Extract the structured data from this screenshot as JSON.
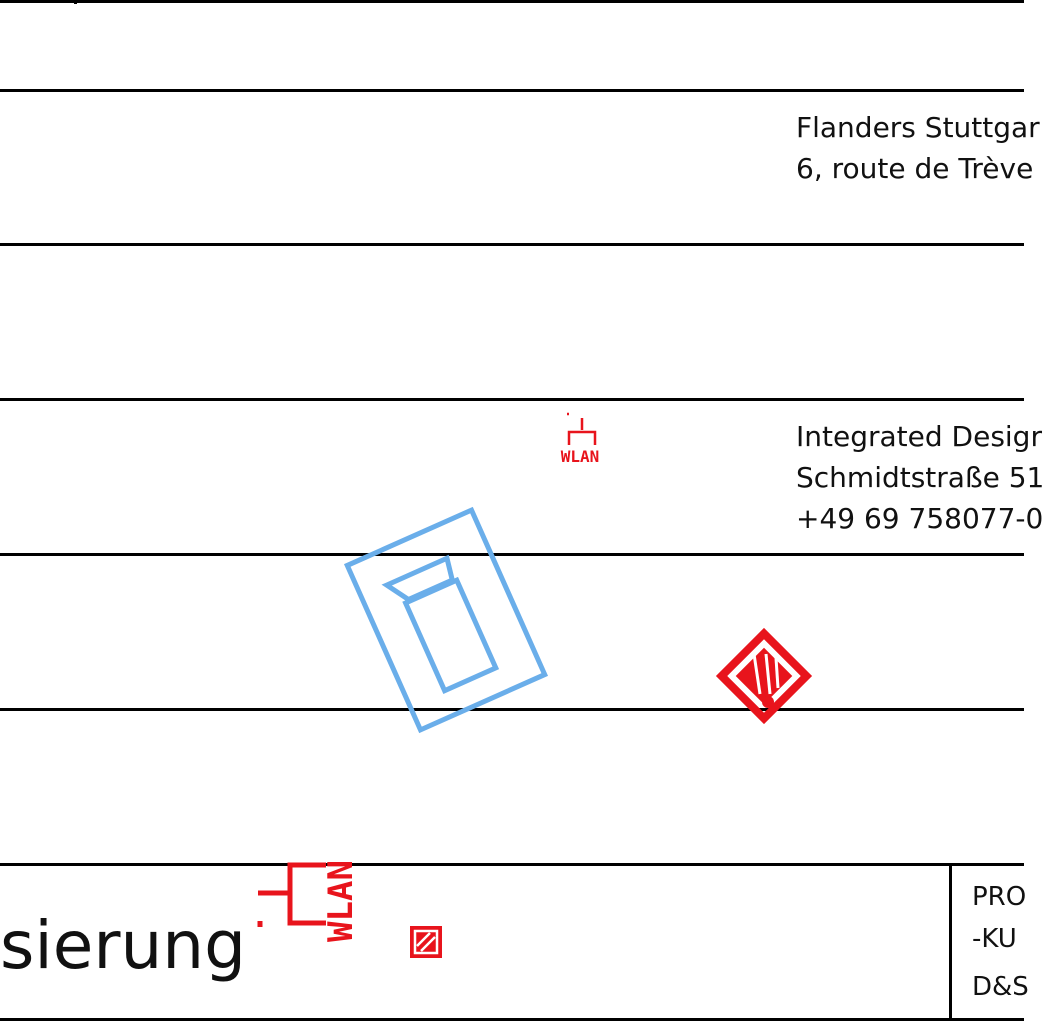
{
  "blocks": [
    {
      "lines": [
        "Flanders Stuttgar",
        "6, route de Trève"
      ]
    },
    {
      "lines": [
        "Integrated Desigr",
        "Schmidtstraße 51",
        "+49 69 758077-0"
      ]
    }
  ],
  "title_fragment": "sierung",
  "right_cell": [
    "PRO",
    "-KU",
    "D&S"
  ],
  "wlan_labels": [
    "WLAN",
    "WLAN"
  ],
  "colors": {
    "line": "#000000",
    "red_symbol": "#e8141c",
    "blue_symbol": "#6aaeea"
  },
  "icons": [
    "wlan-icon",
    "device-frame-icon",
    "hazard-diamond-icon",
    "small-hazard-icon"
  ]
}
